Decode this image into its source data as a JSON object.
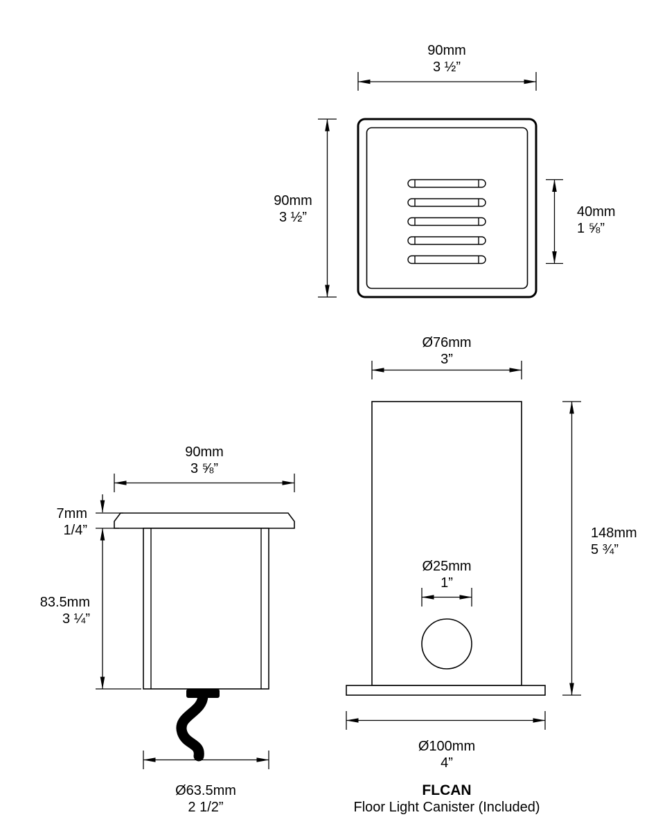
{
  "drawing": {
    "front": {
      "width": {
        "mm": "90mm",
        "inch": "3 ½”"
      },
      "height": {
        "mm": "90mm",
        "inch": "3 ½”"
      },
      "louver": {
        "mm": "40mm",
        "inch": "1 ⅝”"
      }
    },
    "side": {
      "width": {
        "mm": "90mm",
        "inch": "3 ⅝”"
      },
      "flange": {
        "mm": "7mm",
        "inch": "1/4”"
      },
      "body": {
        "mm": "83.5mm",
        "inch": "3 ¼”"
      },
      "diameter": {
        "mm": "Ø63.5mm",
        "inch": "2 1/2”"
      }
    },
    "canister": {
      "diameter": {
        "mm": "Ø76mm",
        "inch": "3”"
      },
      "hole": {
        "mm": "Ø25mm",
        "inch": "1”"
      },
      "height": {
        "mm": "148mm",
        "inch": "5 ¾”"
      },
      "base": {
        "mm": "Ø100mm",
        "inch": "4”"
      },
      "caption": {
        "title": "FLCAN",
        "subtitle": "Floor Light Canister (Included)"
      }
    },
    "colors": {
      "line": "#000000",
      "background": "#ffffff"
    }
  }
}
